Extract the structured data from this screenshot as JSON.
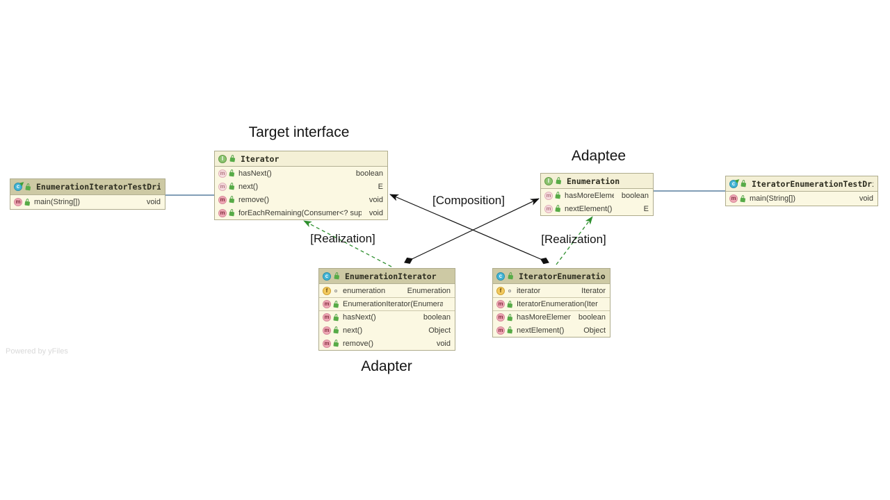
{
  "annotations": {
    "target_interface": "Target interface",
    "adaptee": "Adaptee",
    "adapter": "Adapter",
    "composition": "[Composition]",
    "realization_left": "[Realization]",
    "realization_right": "[Realization]"
  },
  "watermark": "Powered by yFiles",
  "icons": {
    "interface": "I",
    "class": "c",
    "method": "m",
    "field": "f"
  },
  "colors": {
    "box_body": "#fbf8e2",
    "header_plain": "#f4f0d6",
    "header_selected": "#cdc9a4",
    "composition_line": "#111111",
    "realization_line": "#2e8f2e",
    "association_line": "#36648b"
  },
  "classes": {
    "iterator": {
      "name": "Iterator",
      "kind": "interface",
      "members": [
        {
          "name": "hasNext()",
          "type": "boolean"
        },
        {
          "name": "next()",
          "type": "E"
        },
        {
          "name": "remove()",
          "type": "void"
        },
        {
          "name": "forEachRemaining(Consumer<? super E>)",
          "type": "void"
        }
      ]
    },
    "enumeration": {
      "name": "Enumeration",
      "kind": "interface",
      "members": [
        {
          "name": "hasMoreElements()",
          "type": "boolean"
        },
        {
          "name": "nextElement()",
          "type": "E"
        }
      ]
    },
    "enumeration_iterator": {
      "name": "EnumerationIterator",
      "kind": "class",
      "members": [
        {
          "name": "enumeration",
          "type": "Enumeration"
        },
        {
          "name": "EnumerationIterator(Enumeration)",
          "type": ""
        },
        {
          "name": "hasNext()",
          "type": "boolean"
        },
        {
          "name": "next()",
          "type": "Object"
        },
        {
          "name": "remove()",
          "type": "void"
        }
      ]
    },
    "iterator_enumeration": {
      "name": "IteratorEnumeration",
      "kind": "class",
      "members": [
        {
          "name": "iterator",
          "type": "Iterator"
        },
        {
          "name": "IteratorEnumeration(Iterator)",
          "type": ""
        },
        {
          "name": "hasMoreElements()",
          "type": "boolean"
        },
        {
          "name": "nextElement()",
          "type": "Object"
        }
      ]
    },
    "enumeration_iterator_test_drive": {
      "name": "EnumerationIteratorTestDrive",
      "kind": "class",
      "members": [
        {
          "name": "main(String[])",
          "type": "void"
        }
      ]
    },
    "iterator_enumeration_test_drive": {
      "name": "IteratorEnumerationTestDrive",
      "kind": "class",
      "members": [
        {
          "name": "main(String[])",
          "type": "void"
        }
      ]
    }
  },
  "connectors": [
    {
      "type": "composition",
      "from": "EnumerationIterator",
      "to": "Enumeration",
      "label": "[Composition]"
    },
    {
      "type": "composition",
      "from": "IteratorEnumeration",
      "to": "Iterator",
      "label": "[Composition]"
    },
    {
      "type": "realization",
      "from": "EnumerationIterator",
      "to": "Iterator",
      "label": "[Realization]"
    },
    {
      "type": "realization",
      "from": "IteratorEnumeration",
      "to": "Enumeration",
      "label": "[Realization]"
    },
    {
      "type": "association",
      "from": "EnumerationIteratorTestDrive",
      "to": "Iterator",
      "label": ""
    },
    {
      "type": "association",
      "from": "Enumeration",
      "to": "IteratorEnumerationTestDrive",
      "label": ""
    }
  ]
}
